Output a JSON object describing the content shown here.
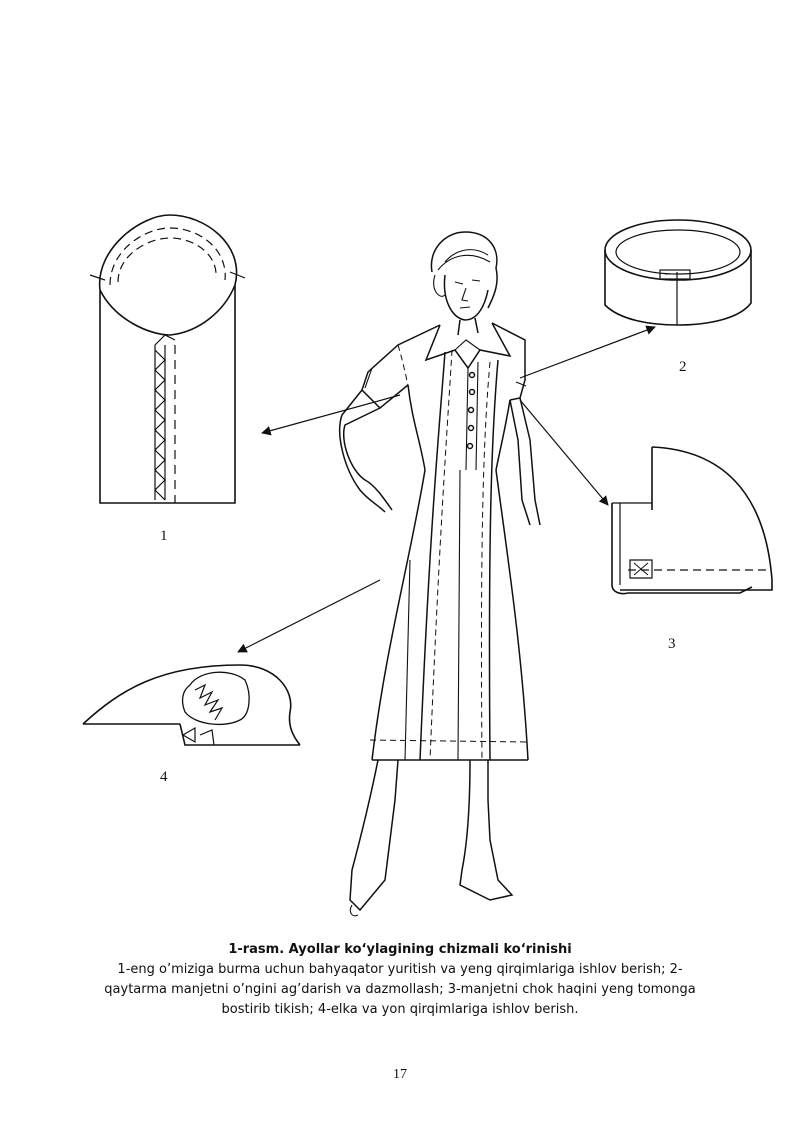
{
  "figure": {
    "labels": {
      "detail_1": "1",
      "detail_2": "2",
      "detail_3": "3",
      "detail_4": "4"
    }
  },
  "caption": {
    "title": "1-rasm. Ayollar ko‘ylagining chizmali ko‘rinishi",
    "text": "1-eng o’miziga burma uchun bahyaqator yuritish va yeng qirqimlariga ishlov berish; 2-qaytarma manjetni o’ngini ag’darish va dazmollash; 3-manjetni chok haqini yeng tomonga bostirib tikish; 4-elka va yon qirqimlariga ishlov berish."
  },
  "page": {
    "number": "17"
  }
}
